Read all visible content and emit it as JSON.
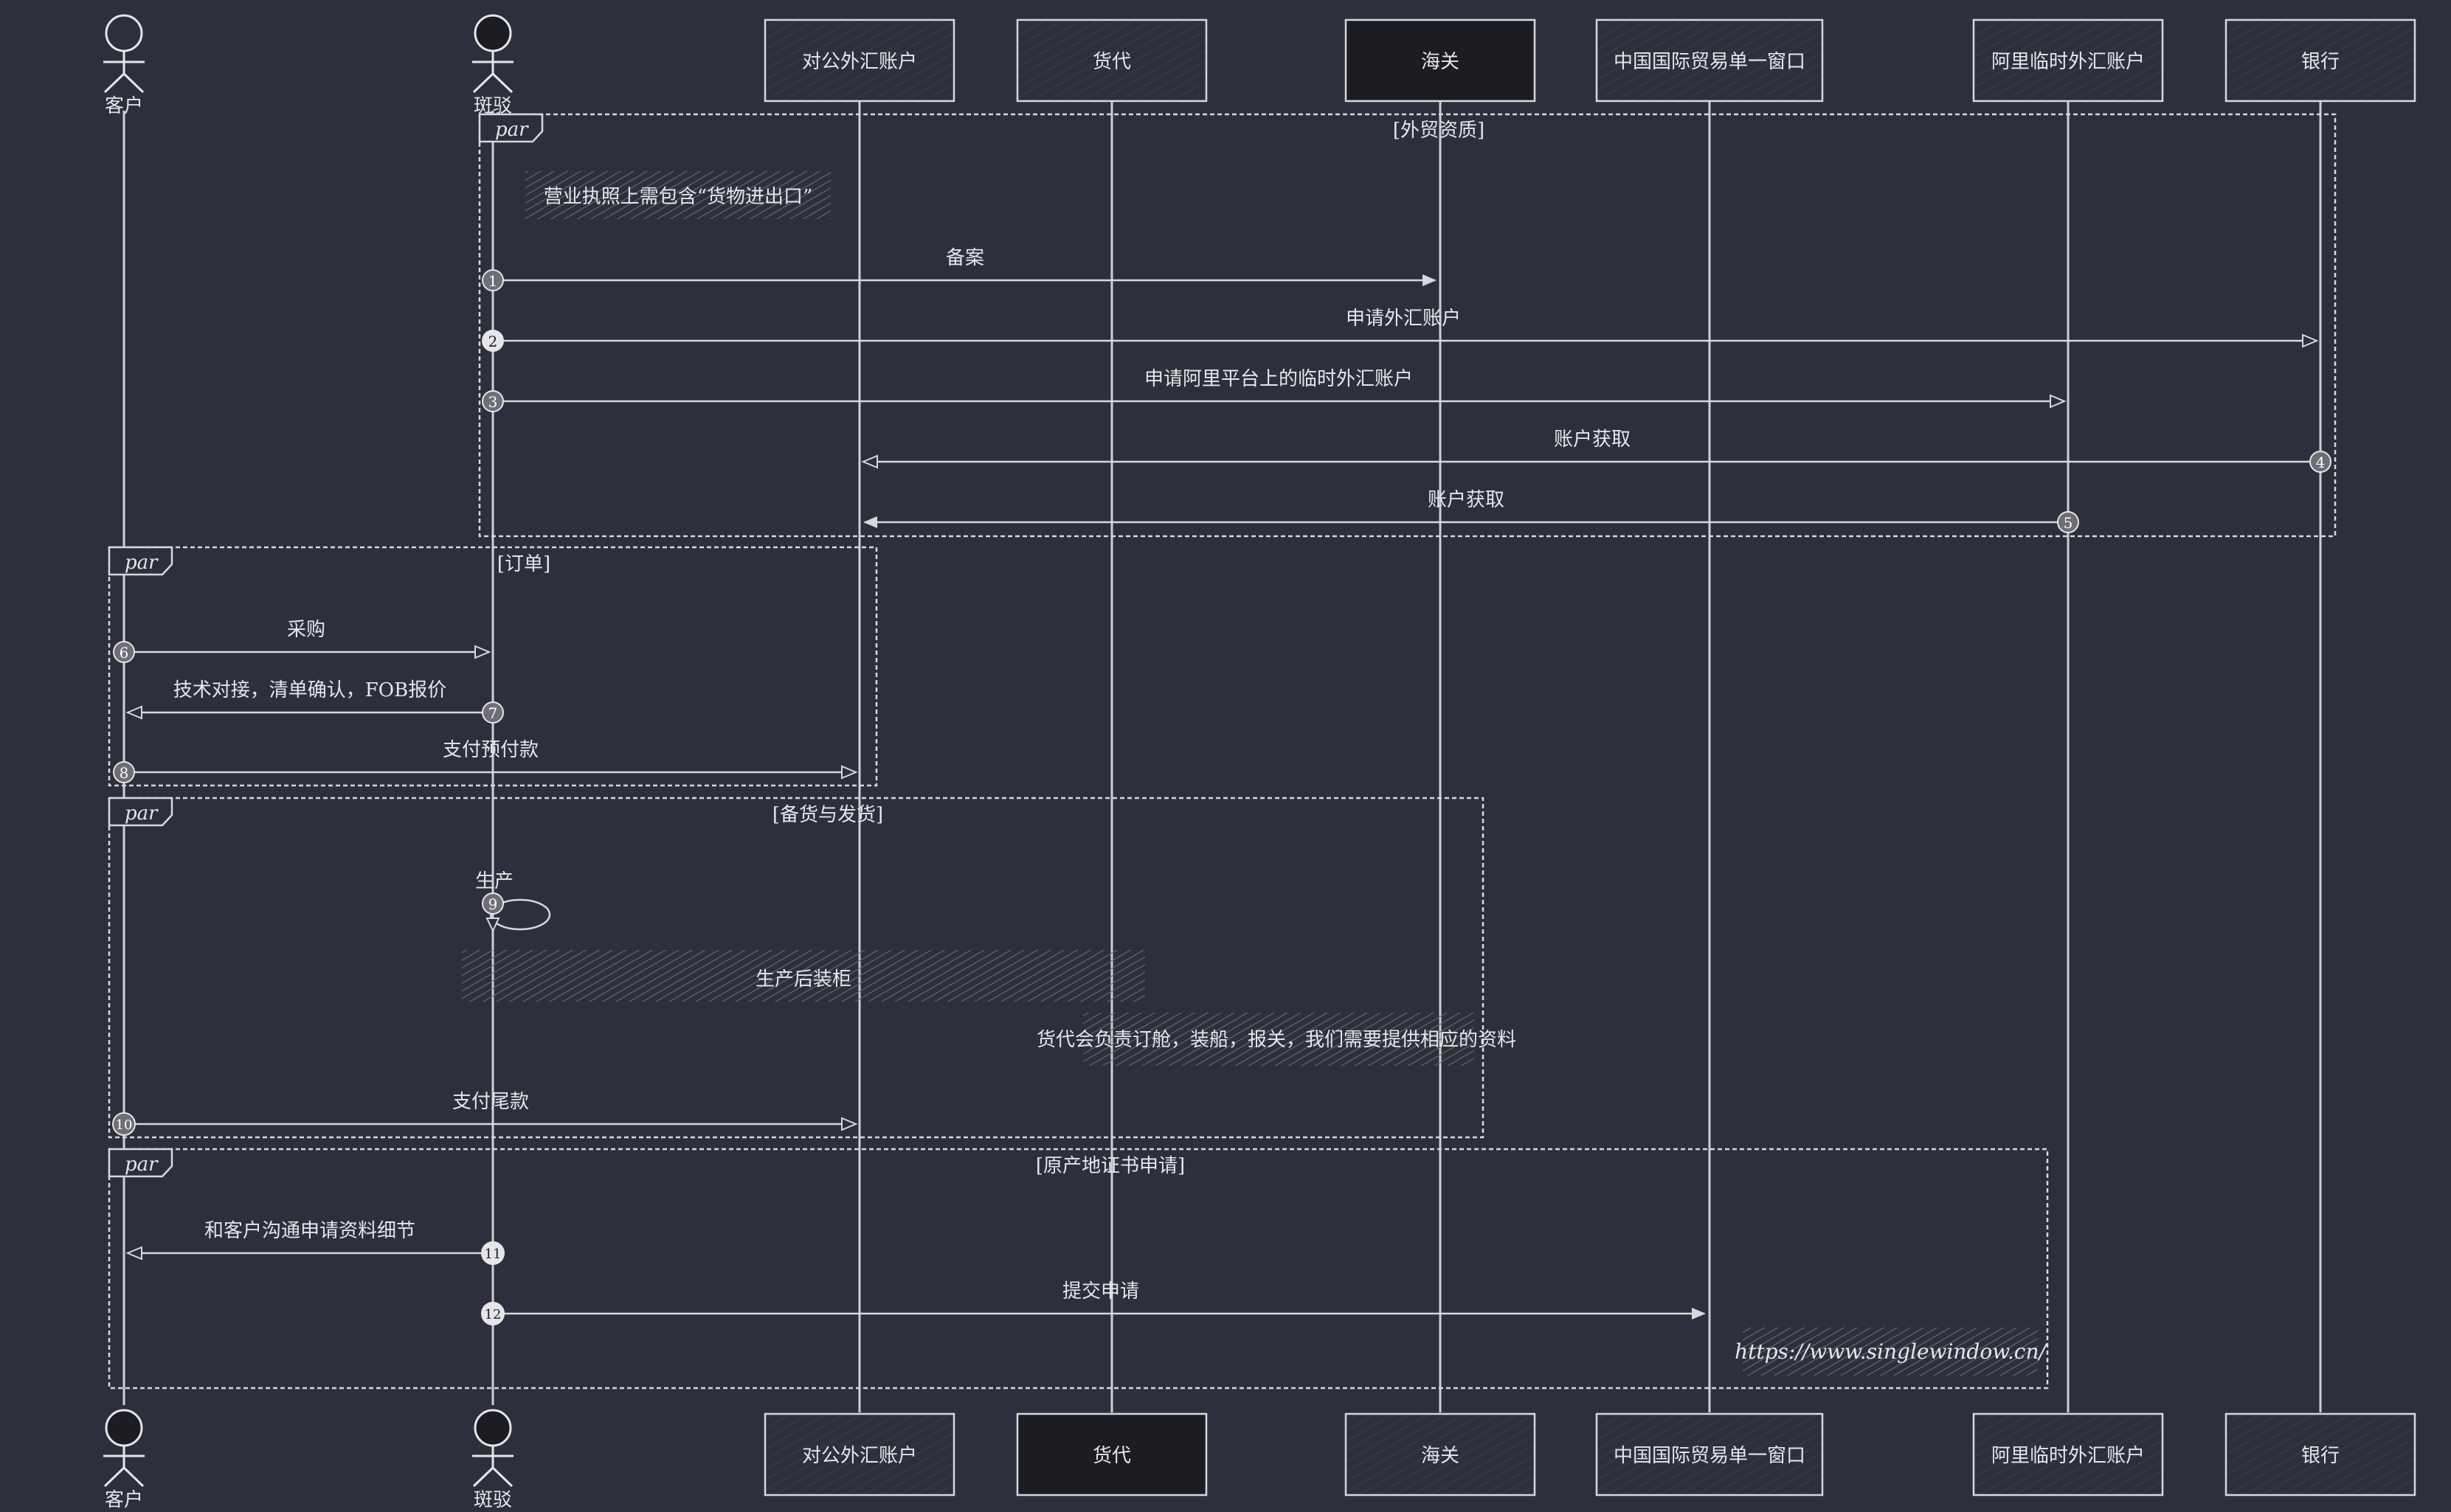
{
  "colors": {
    "background": "#2d303c",
    "line": "#d8d8dc",
    "text": "#e6e6ea",
    "box_fill": "#26282f",
    "box_fill_dark": "#1c1d22",
    "note_fill": "#4a4b50"
  },
  "participants": [
    {
      "id": "kehu",
      "label": "客户",
      "kind": "actor"
    },
    {
      "id": "banbo",
      "label": "斑驳",
      "kind": "actor"
    },
    {
      "id": "duigong",
      "label": "对公外汇账户",
      "kind": "box"
    },
    {
      "id": "huodai",
      "label": "货代",
      "kind": "box"
    },
    {
      "id": "haiguan",
      "label": "海关",
      "kind": "box"
    },
    {
      "id": "danyi",
      "label": "中国国际贸易单一窗口",
      "kind": "box"
    },
    {
      "id": "alilinshi",
      "label": "阿里临时外汇账户",
      "kind": "box"
    },
    {
      "id": "yinhang",
      "label": "银行",
      "kind": "box"
    }
  ],
  "groups": [
    {
      "keyword": "par",
      "title": "[外贸资质]"
    },
    {
      "keyword": "par",
      "title": "[订单]"
    },
    {
      "keyword": "par",
      "title": "[备货与发货]"
    },
    {
      "keyword": "par",
      "title": "[原产地证书申请]"
    }
  ],
  "messages": [
    {
      "num": "1",
      "from": "banbo",
      "to": "haiguan",
      "label": "备案"
    },
    {
      "num": "2",
      "from": "banbo",
      "to": "yinhang",
      "label": "申请外汇账户"
    },
    {
      "num": "3",
      "from": "banbo",
      "to": "alilinshi",
      "label": "申请阿里平台上的临时外汇账户"
    },
    {
      "num": "4",
      "from": "yinhang",
      "to": "duigong",
      "label": "账户获取"
    },
    {
      "num": "5",
      "from": "alilinshi",
      "to": "duigong",
      "label": "账户获取"
    },
    {
      "num": "6",
      "from": "kehu",
      "to": "banbo",
      "label": "采购"
    },
    {
      "num": "7",
      "from": "banbo",
      "to": "kehu",
      "label": "技术对接，清单确认，FOB报价"
    },
    {
      "num": "8",
      "from": "kehu",
      "to": "duigong",
      "label": "支付预付款"
    },
    {
      "num": "9",
      "from": "banbo",
      "to": "banbo",
      "label": "生产"
    },
    {
      "num": "10",
      "from": "kehu",
      "to": "duigong",
      "label": "支付尾款"
    },
    {
      "num": "11",
      "from": "banbo",
      "to": "kehu",
      "label": "和客户沟通申请资料细节"
    },
    {
      "num": "12",
      "from": "banbo",
      "to": "danyi",
      "label": "提交申请"
    }
  ],
  "notes": [
    {
      "text": "营业执照上需包含“货物进出口”"
    },
    {
      "text": "生产后装柜"
    },
    {
      "text": "货代会负责订舱，装船，报关，我们需要提供相应的资料"
    },
    {
      "text": "https://www.singlewindow.cn/"
    }
  ]
}
